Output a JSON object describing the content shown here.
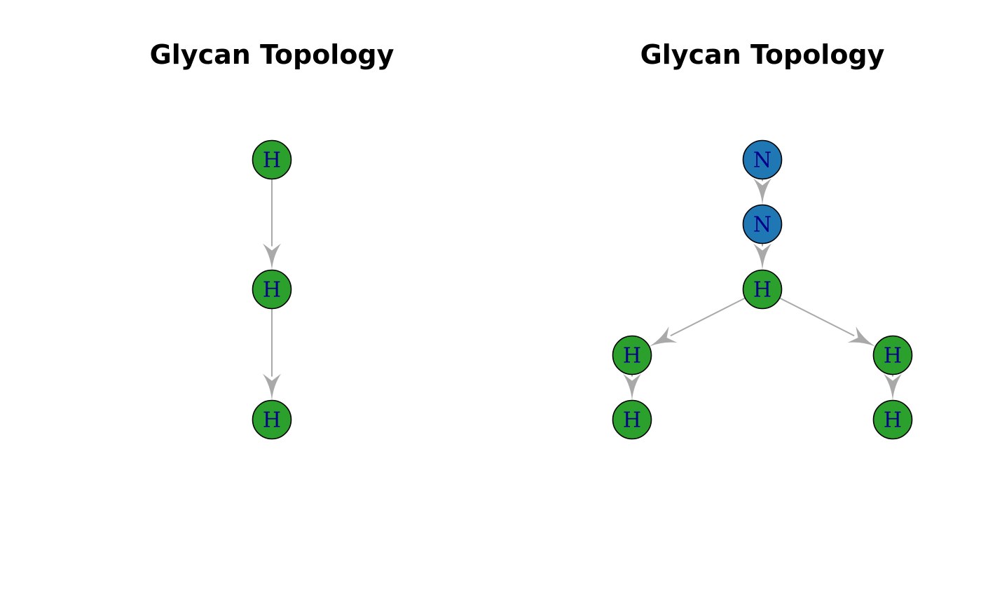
{
  "panels": [
    {
      "title": "Glycan Topology",
      "nodes": [
        {
          "id": "l1",
          "label": "H",
          "type": "H"
        },
        {
          "id": "l2",
          "label": "H",
          "type": "H"
        },
        {
          "id": "l3",
          "label": "H",
          "type": "H"
        }
      ],
      "edges": [
        {
          "from": "l1",
          "to": "l2"
        },
        {
          "from": "l2",
          "to": "l3"
        }
      ]
    },
    {
      "title": "Glycan Topology",
      "nodes": [
        {
          "id": "r1",
          "label": "N",
          "type": "N"
        },
        {
          "id": "r2",
          "label": "N",
          "type": "N"
        },
        {
          "id": "r3",
          "label": "H",
          "type": "H"
        },
        {
          "id": "r4",
          "label": "H",
          "type": "H"
        },
        {
          "id": "r5",
          "label": "H",
          "type": "H"
        },
        {
          "id": "r6",
          "label": "H",
          "type": "H"
        },
        {
          "id": "r7",
          "label": "H",
          "type": "H"
        }
      ],
      "edges": [
        {
          "from": "r1",
          "to": "r2"
        },
        {
          "from": "r2",
          "to": "r3"
        },
        {
          "from": "r3",
          "to": "r4"
        },
        {
          "from": "r3",
          "to": "r6"
        },
        {
          "from": "r4",
          "to": "r5"
        },
        {
          "from": "r6",
          "to": "r7"
        }
      ]
    }
  ],
  "colors": {
    "H": "#2ca02c",
    "N": "#1f77b4",
    "node_label": "#00008b",
    "node_stroke": "#000000",
    "edge": "#a9a9a9"
  }
}
